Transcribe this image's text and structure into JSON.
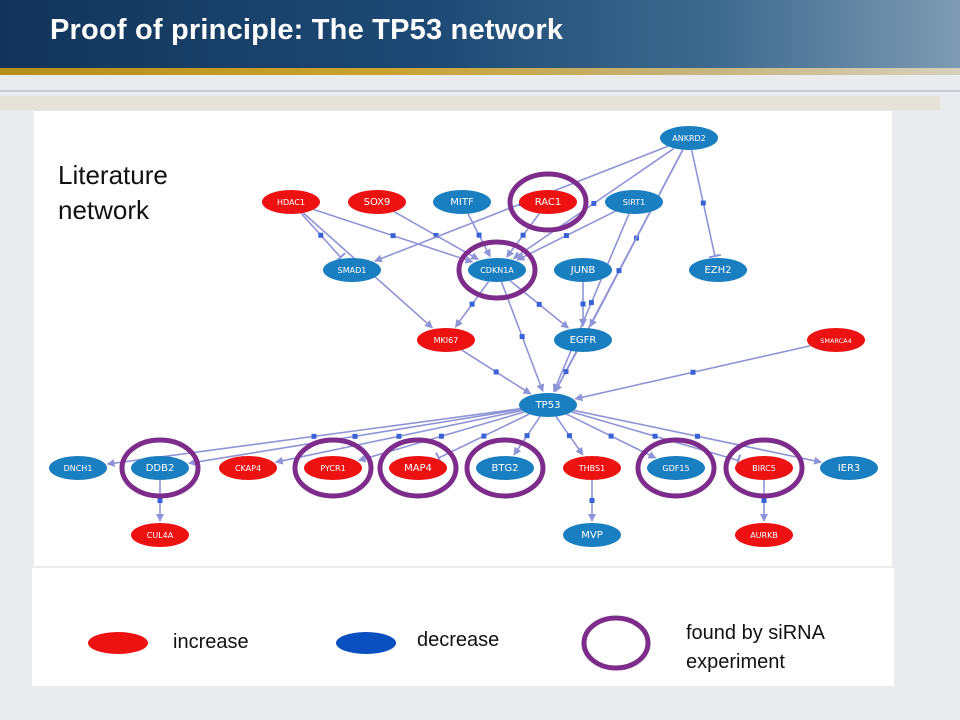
{
  "slide": {
    "title": "Proof of principle: The TP53 network",
    "network_label_line1": "Literature",
    "network_label_line2": "network"
  },
  "nodes": [
    {
      "id": "HDAC1",
      "label": "HDAC1",
      "effect": "increase",
      "sirna": false
    },
    {
      "id": "SOX9",
      "label": "SOX9",
      "effect": "increase",
      "sirna": false
    },
    {
      "id": "MITF",
      "label": "MITF",
      "effect": "decrease",
      "sirna": false
    },
    {
      "id": "RAC1",
      "label": "RAC1",
      "effect": "increase",
      "sirna": true
    },
    {
      "id": "SIRT1",
      "label": "SIRT1",
      "effect": "decrease",
      "sirna": false
    },
    {
      "id": "ANKRD2",
      "label": "ANKRD2",
      "effect": "decrease",
      "sirna": false
    },
    {
      "id": "SMAD1",
      "label": "SMAD1",
      "effect": "decrease",
      "sirna": false
    },
    {
      "id": "CDKN1A",
      "label": "CDKN1A",
      "effect": "decrease",
      "sirna": true
    },
    {
      "id": "JUNB",
      "label": "JUNB",
      "effect": "decrease",
      "sirna": false
    },
    {
      "id": "EZH2",
      "label": "EZH2",
      "effect": "decrease",
      "sirna": false
    },
    {
      "id": "MKI67",
      "label": "MKI67",
      "effect": "increase",
      "sirna": false
    },
    {
      "id": "EGFR",
      "label": "EGFR",
      "effect": "decrease",
      "sirna": false
    },
    {
      "id": "SMARCA4",
      "label": "SMARCA4",
      "effect": "increase",
      "sirna": false
    },
    {
      "id": "TP53",
      "label": "TP53",
      "effect": "decrease",
      "sirna": false
    },
    {
      "id": "DNCH1",
      "label": "DNCH1",
      "effect": "decrease",
      "sirna": false
    },
    {
      "id": "DDB2",
      "label": "DDB2",
      "effect": "decrease",
      "sirna": true
    },
    {
      "id": "CKAP4",
      "label": "CKAP4",
      "effect": "increase",
      "sirna": false
    },
    {
      "id": "PYCR1",
      "label": "PYCR1",
      "effect": "increase",
      "sirna": true
    },
    {
      "id": "MAP4",
      "label": "MAP4",
      "effect": "increase",
      "sirna": true
    },
    {
      "id": "BTG2",
      "label": "BTG2",
      "effect": "decrease",
      "sirna": true
    },
    {
      "id": "THBS1",
      "label": "THBS1",
      "effect": "increase",
      "sirna": false
    },
    {
      "id": "GDF15",
      "label": "GDF15",
      "effect": "decrease",
      "sirna": true
    },
    {
      "id": "BIRC5",
      "label": "BIRC5",
      "effect": "increase",
      "sirna": true
    },
    {
      "id": "IER3",
      "label": "IER3",
      "effect": "decrease",
      "sirna": false
    },
    {
      "id": "CUL4A",
      "label": "CUL4A",
      "effect": "increase",
      "sirna": false
    },
    {
      "id": "MVP",
      "label": "MVP",
      "effect": "decrease",
      "sirna": false
    },
    {
      "id": "AURKB",
      "label": "AURKB",
      "effect": "increase",
      "sirna": false
    }
  ],
  "edges": [
    [
      "HDAC1",
      "SMAD1",
      "inhibit"
    ],
    [
      "HDAC1",
      "CDKN1A",
      "arrow"
    ],
    [
      "HDAC1",
      "MKI67",
      "arrow"
    ],
    [
      "SOX9",
      "CDKN1A",
      "arrow"
    ],
    [
      "MITF",
      "CDKN1A",
      "arrow"
    ],
    [
      "RAC1",
      "CDKN1A",
      "arrow"
    ],
    [
      "SIRT1",
      "CDKN1A",
      "arrow"
    ],
    [
      "SIRT1",
      "TP53",
      "arrow"
    ],
    [
      "ANKRD2",
      "CDKN1A",
      "arrow"
    ],
    [
      "ANKRD2",
      "EZH2",
      "inhibit"
    ],
    [
      "ANKRD2",
      "EGFR",
      "arrow"
    ],
    [
      "ANKRD2",
      "TP53",
      "arrow"
    ],
    [
      "ANKRD2",
      "SMAD1",
      "arrow"
    ],
    [
      "CDKN1A",
      "MKI67",
      "arrow"
    ],
    [
      "CDKN1A",
      "EGFR",
      "arrow"
    ],
    [
      "CDKN1A",
      "TP53",
      "arrow"
    ],
    [
      "JUNB",
      "EGFR",
      "arrow"
    ],
    [
      "MKI67",
      "TP53",
      "arrow"
    ],
    [
      "EGFR",
      "TP53",
      "arrow"
    ],
    [
      "SMARCA4",
      "TP53",
      "arrow"
    ],
    [
      "TP53",
      "DNCH1",
      "arrow"
    ],
    [
      "TP53",
      "DDB2",
      "arrow"
    ],
    [
      "TP53",
      "CKAP4",
      "arrow"
    ],
    [
      "TP53",
      "PYCR1",
      "arrow"
    ],
    [
      "TP53",
      "MAP4",
      "inhibit"
    ],
    [
      "TP53",
      "BTG2",
      "arrow"
    ],
    [
      "TP53",
      "THBS1",
      "arrow"
    ],
    [
      "TP53",
      "GDF15",
      "arrow"
    ],
    [
      "TP53",
      "BIRC5",
      "inhibit"
    ],
    [
      "TP53",
      "IER3",
      "arrow"
    ],
    [
      "DDB2",
      "CUL4A",
      "arrow"
    ],
    [
      "THBS1",
      "MVP",
      "arrow"
    ],
    [
      "BIRC5",
      "AURKB",
      "arrow"
    ]
  ],
  "legend": {
    "increase": "increase",
    "decrease": "decrease",
    "sirna_line1": "found by siRNA",
    "sirna_line2": "experiment"
  },
  "colors": {
    "increase": "#ee1111",
    "decrease": "#1a7fc0",
    "legend_decrease": "#0a4fc0",
    "sirna_ring": "#7e2c8c",
    "edge": "#8f94d6",
    "edge_marker": "#3a62d8"
  }
}
